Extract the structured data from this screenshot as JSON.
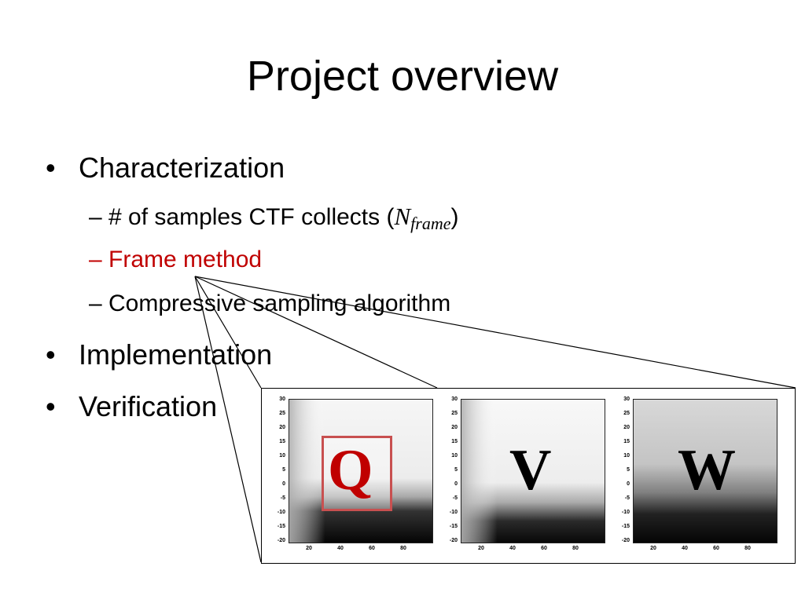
{
  "slide": {
    "title": "Project overview",
    "bullets": [
      {
        "text": "Characterization",
        "sub": [
          {
            "prefix": "– # of samples CTF collects (",
            "math_base": "N",
            "math_sub": "frame",
            "suffix": ")",
            "color": "#000000"
          },
          {
            "text": "– Frame method",
            "color": "#c00000"
          },
          {
            "text": "– Compressive sampling algorithm",
            "color": "#000000"
          }
        ]
      },
      {
        "text": "Implementation"
      },
      {
        "text": "Verification"
      }
    ],
    "bullet_glyph": "•"
  },
  "figure": {
    "panels": [
      {
        "label": "Q",
        "label_color": "#c00000",
        "highlighted": true,
        "highlight_color": "#c85050"
      },
      {
        "label": "V",
        "label_color": "#000000",
        "highlighted": false
      },
      {
        "label": "W",
        "label_color": "#000000",
        "highlighted": false
      }
    ],
    "y_ticks": [
      "30",
      "25",
      "20",
      "15",
      "10",
      "5",
      "0",
      "-5",
      "-10",
      "-15",
      "-20"
    ],
    "x_ticks": [
      "20",
      "40",
      "60",
      "80"
    ]
  }
}
